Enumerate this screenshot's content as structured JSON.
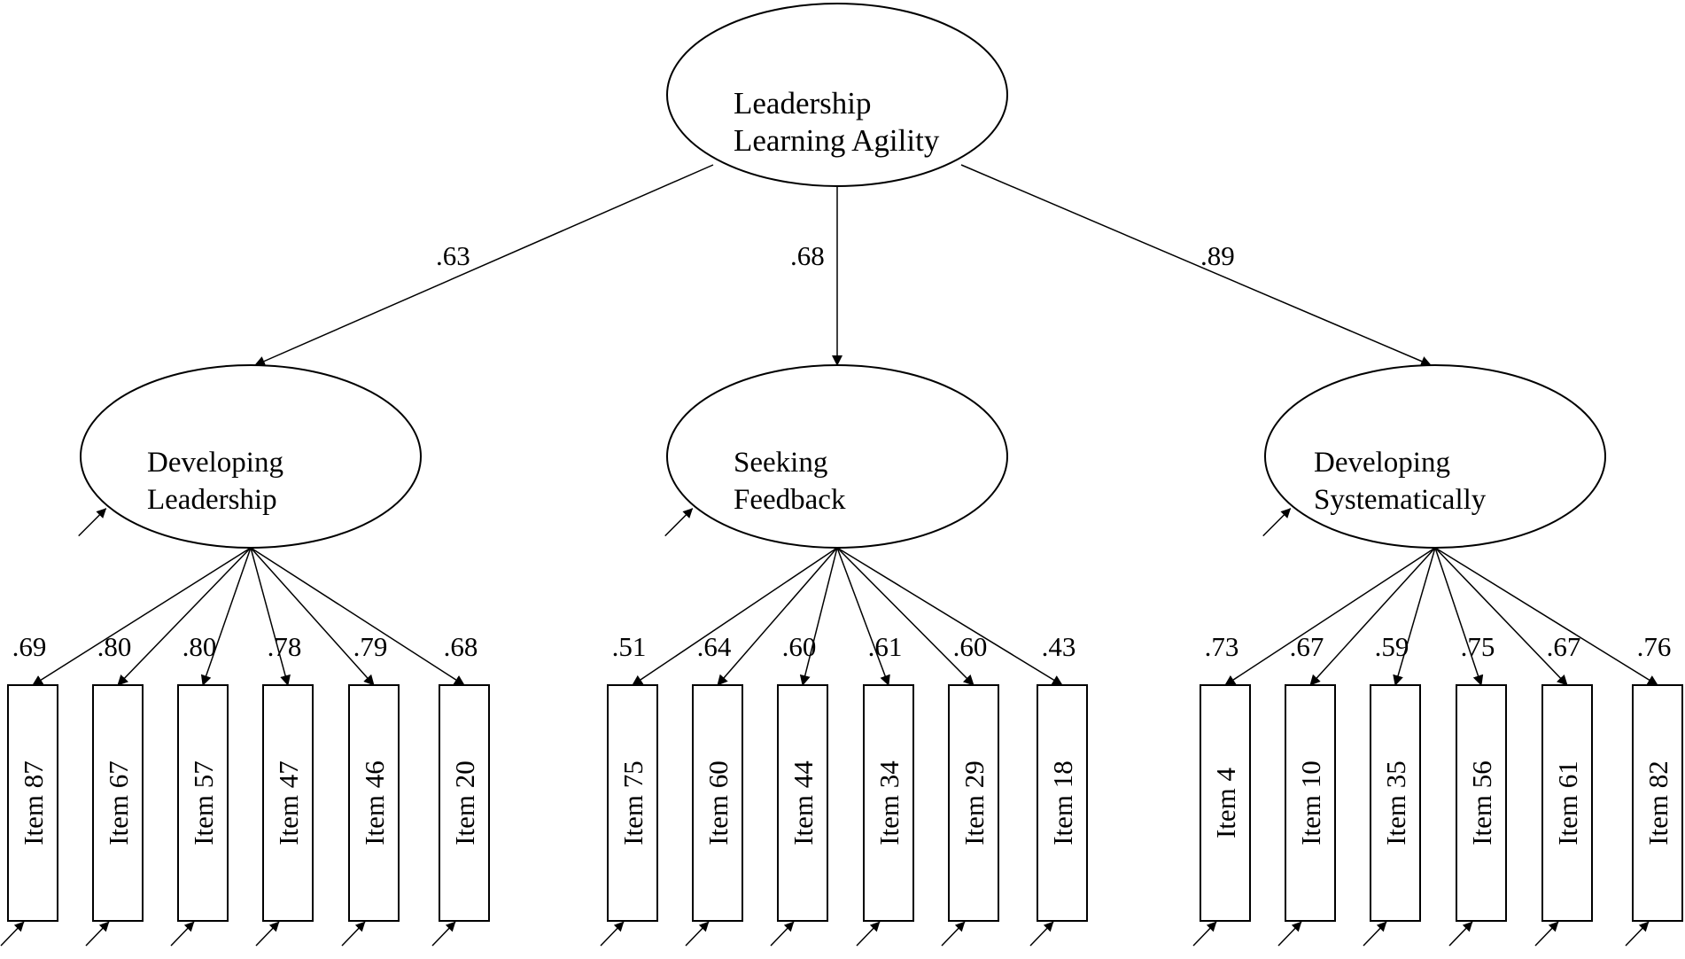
{
  "top_factor": {
    "lines": [
      "Leadership",
      "Learning Agility"
    ]
  },
  "factors": [
    {
      "lines": [
        "Developing",
        "Leadership"
      ],
      "path_coef": ".63",
      "items": [
        {
          "label": "Item 87",
          "loading": ".69"
        },
        {
          "label": "Item 67",
          "loading": ".80"
        },
        {
          "label": "Item 57",
          "loading": ".80"
        },
        {
          "label": "Item 47",
          "loading": ".78"
        },
        {
          "label": "Item 46",
          "loading": ".79"
        },
        {
          "label": "Item 20",
          "loading": ".68"
        }
      ]
    },
    {
      "lines": [
        "Seeking",
        "Feedback"
      ],
      "path_coef": ".68",
      "items": [
        {
          "label": "Item 75",
          "loading": ".51"
        },
        {
          "label": "Item 60",
          "loading": ".64"
        },
        {
          "label": "Item 44",
          "loading": ".60"
        },
        {
          "label": "Item 34",
          "loading": ".61"
        },
        {
          "label": "Item 29",
          "loading": ".60"
        },
        {
          "label": "Item 18",
          "loading": ".43"
        }
      ]
    },
    {
      "lines": [
        "Developing",
        "Systematically"
      ],
      "path_coef": ".89",
      "items": [
        {
          "label": "Item 4",
          "loading": ".73"
        },
        {
          "label": "Item 10",
          "loading": ".67"
        },
        {
          "label": "Item 35",
          "loading": ".59"
        },
        {
          "label": "Item 56",
          "loading": ".75"
        },
        {
          "label": "Item 61",
          "loading": ".67"
        },
        {
          "label": "Item 82",
          "loading": ".76"
        }
      ]
    }
  ]
}
